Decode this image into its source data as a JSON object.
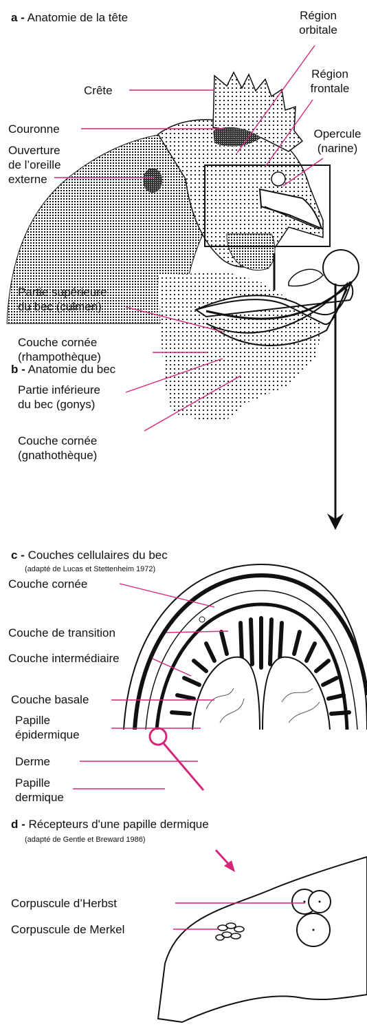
{
  "sections": {
    "a": {
      "letter": "a -",
      "title": "Anatomie de la tête"
    },
    "b": {
      "letter": "b -",
      "title": "Anatomie du bec"
    },
    "c": {
      "letter": "c -",
      "title": "Couches cellulaires du bec",
      "credit": "(adapté de Lucas et Stettenheim 1972)"
    },
    "d": {
      "letter": "d -",
      "title": "Récepteurs d'une papille dermique",
      "credit": "(adapté de Gentle et Breward 1986)"
    }
  },
  "head_labels": {
    "orbital_1": "Région",
    "orbital_2": "orbitale",
    "crest": "Crête",
    "frontal_1": "Région",
    "frontal_2": "frontale",
    "crown": "Couronne",
    "operculum_1": "Opercule",
    "operculum_2": "(narine)",
    "ear_1": "Ouverture",
    "ear_2": "de l’oreille",
    "ear_3": "externe"
  },
  "beak_labels": {
    "culmen_1": "Partie supérieure",
    "culmen_2": "du bec (culmen)",
    "rhampho_1": "Couche cornée",
    "rhampho_2": "(rhampothèque)",
    "gonys_1": "Partie inférieure",
    "gonys_2": "du bec (gonys)",
    "gnatho_1": "Couche cornée",
    "gnatho_2": "(gnathothèque)"
  },
  "layer_labels": {
    "cornea": "Couche cornée",
    "transition": "Couche de transition",
    "intermediate": "Couche intermédiaire",
    "basal": "Couche basale",
    "epi_1": "Papille",
    "epi_2": "épidermique",
    "derme": "Derme",
    "derm_1": "Papille",
    "derm_2": "dermique"
  },
  "receptor_labels": {
    "herbst": "Corpuscule d’Herbst",
    "merkel": "Corpuscule de Merkel"
  },
  "colors": {
    "leader": "#d4277a",
    "ink": "#111111"
  }
}
